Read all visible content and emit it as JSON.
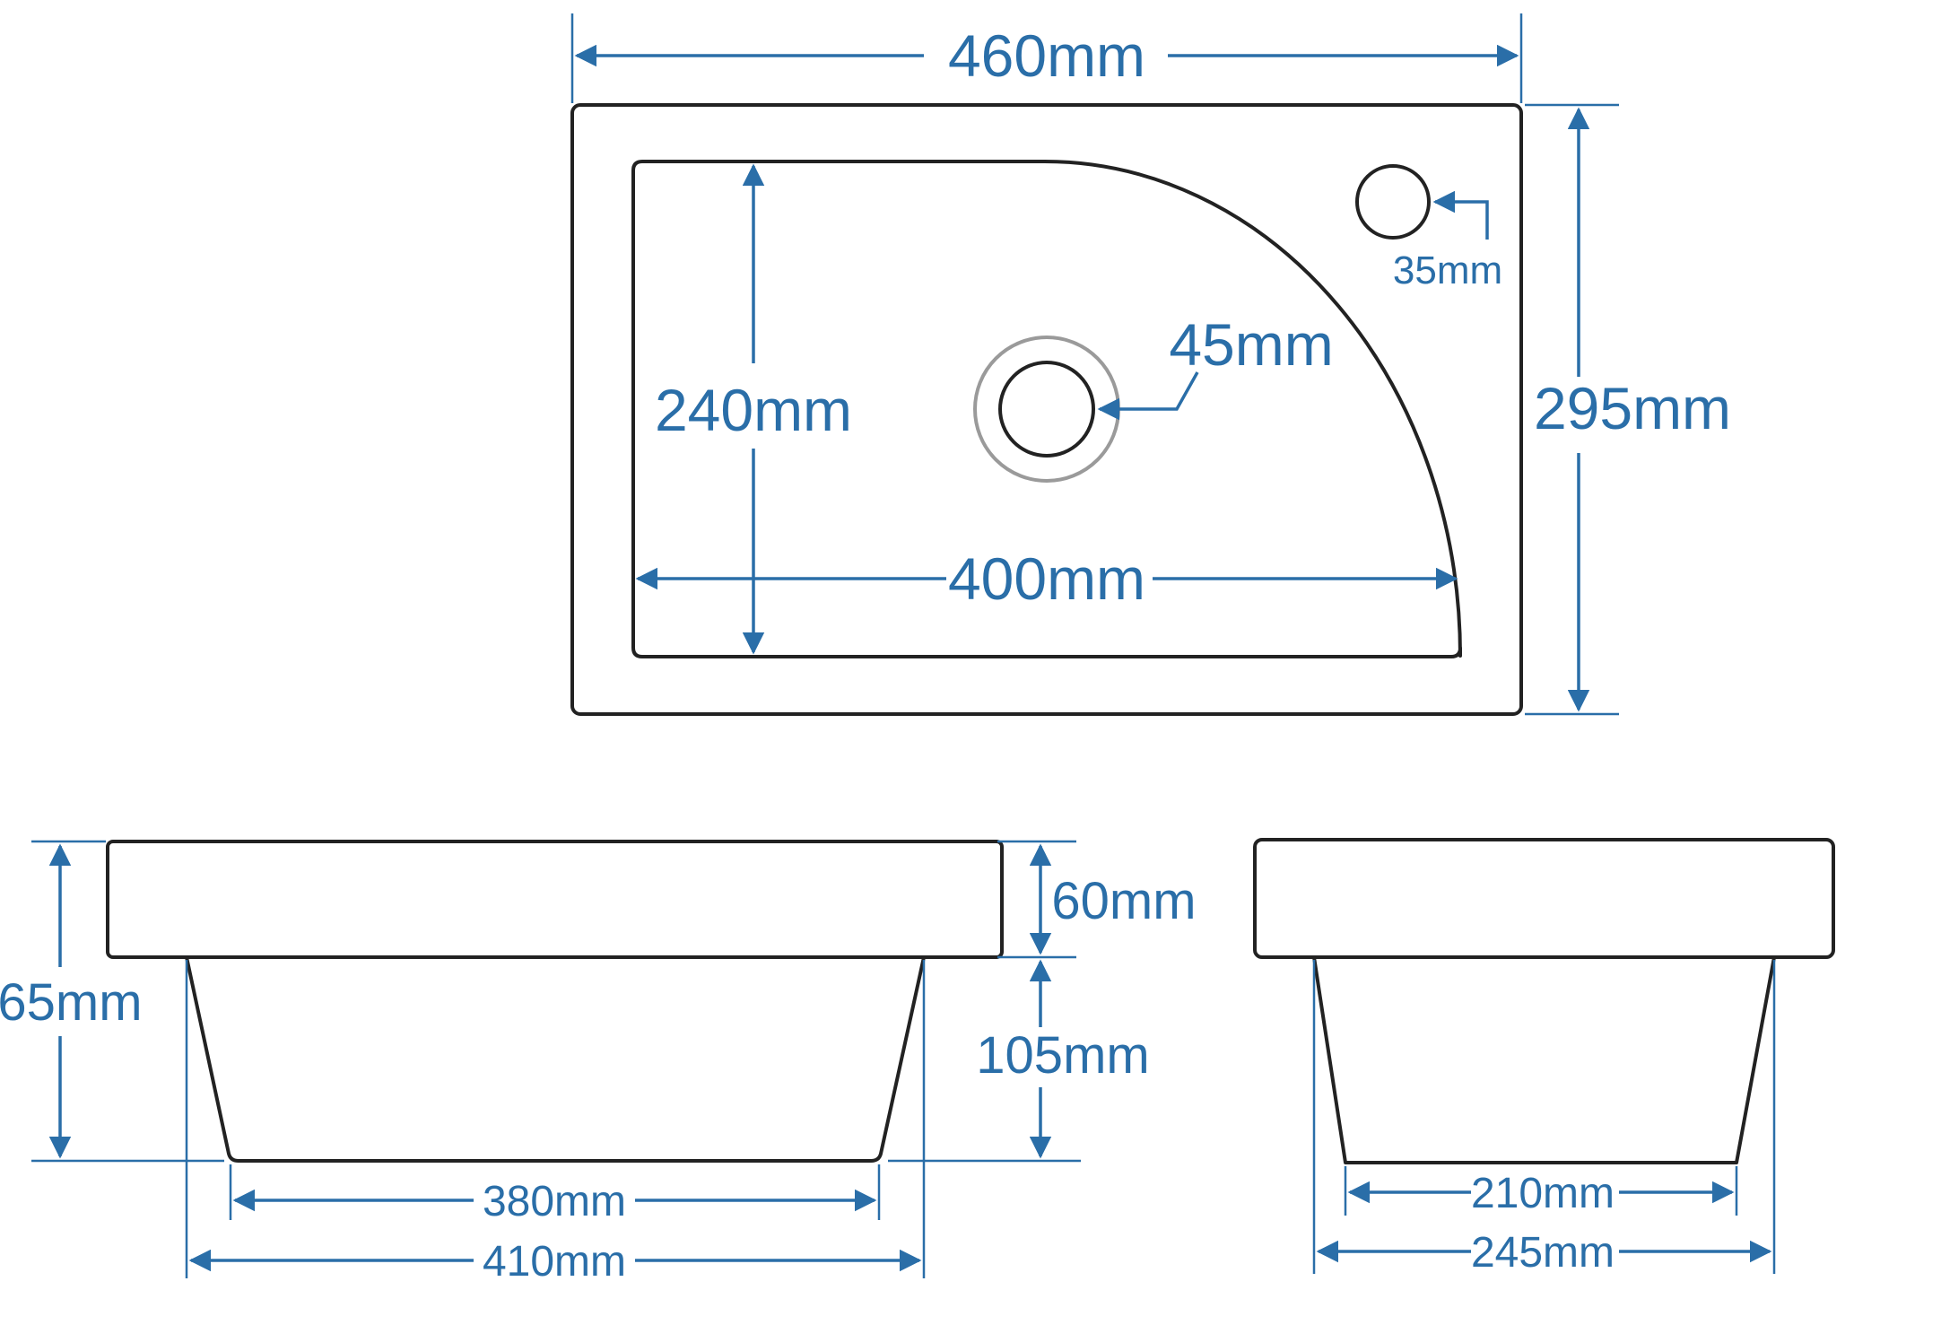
{
  "colors": {
    "dimension": "#2a6ea8",
    "outline": "#222222",
    "background": "#ffffff",
    "drain_ring": "#9a9a9a"
  },
  "top_view": {
    "overall_width": "460mm",
    "overall_depth": "295mm",
    "bowl_depth": "240mm",
    "bowl_width": "400mm",
    "drain_diameter": "45mm",
    "tap_hole_diameter": "35mm"
  },
  "front_view": {
    "total_height": "65mm",
    "rim_height": "60mm",
    "bowl_height": "105mm",
    "bottom_width": "380mm",
    "top_width": "410mm"
  },
  "side_view": {
    "bottom_width": "210mm",
    "top_width": "245mm"
  }
}
